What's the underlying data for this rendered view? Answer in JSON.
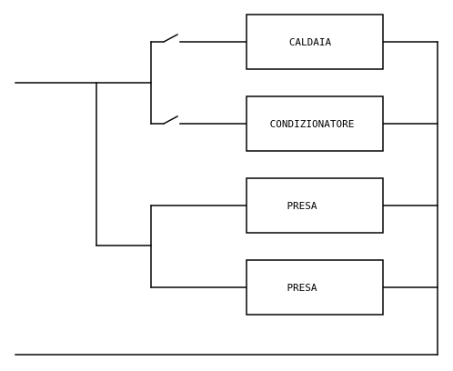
{
  "diagram": {
    "loads": [
      {
        "label": "CALDAIA",
        "switched": true
      },
      {
        "label": "CONDIZIONATORE",
        "switched": true
      },
      {
        "label": "PRESA",
        "switched": false
      },
      {
        "label": "PRESA",
        "switched": false
      }
    ]
  }
}
